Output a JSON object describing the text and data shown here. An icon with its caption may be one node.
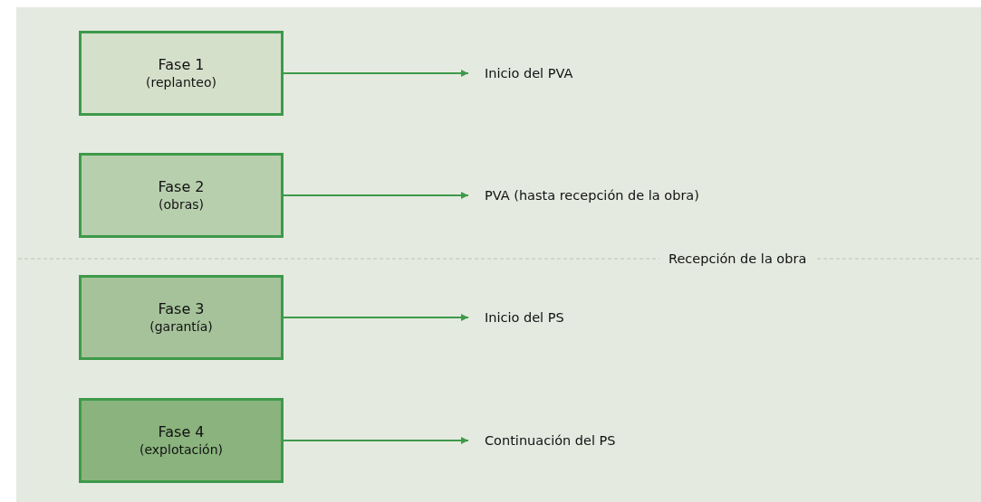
{
  "diagram": {
    "nodes": [
      {
        "text": [
          "Fase 1",
          "(replanteo)"
        ]
      },
      {
        "text": [
          "Inicio del PVA"
        ]
      },
      {
        "text": [
          "Fase 2",
          "(obras)"
        ]
      },
      {
        "text": [
          "PVA (hasta recepción de la obra)"
        ]
      },
      {
        "text": [
          "Fase 3",
          "(garantía)"
        ]
      },
      {
        "text": [
          "Inicio del PS"
        ]
      },
      {
        "text": [
          "Fase 4",
          "(explotación)"
        ]
      },
      {
        "text": [
          "Continuación del PS"
        ]
      }
    ],
    "edges": [
      {
        "from": 0,
        "to": 1,
        "arrow": "to"
      },
      {
        "from": 2,
        "to": 3,
        "arrow": "to"
      },
      {
        "from": 4,
        "to": 5,
        "arrow": "to"
      },
      {
        "from": 6,
        "to": 7,
        "arrow": "to"
      }
    ],
    "labels": [
      "Recepción de la obra"
    ]
  }
}
